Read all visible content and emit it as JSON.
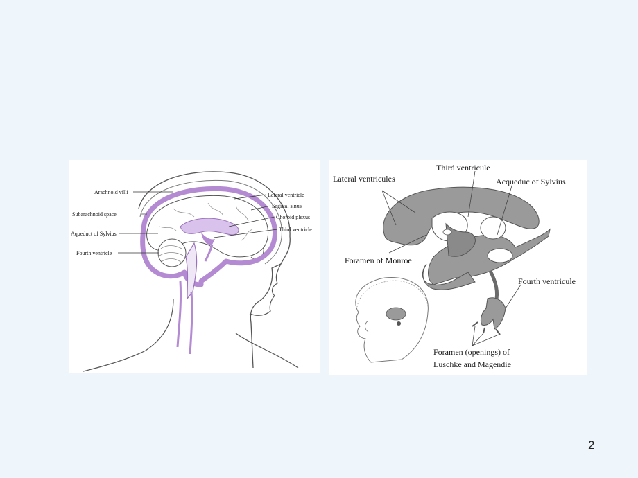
{
  "left_diagram": {
    "labels": {
      "arachnoid_villi": "Arachnoid villi",
      "subarachnoid_space": "Subarachnoid space",
      "aqueduct_of_sylvius": "Aqueduct of Sylvius",
      "fourth_ventricle": "Fourth ventricle",
      "lateral_ventricle": "Lateral ventricle",
      "sagittal_sinus": "Sagittal sinus",
      "choroid_plexus": "Choroid plexus",
      "third_ventricle": "Third ventricle"
    },
    "colors": {
      "csf": "#b48ad2",
      "csf_light": "#d9c3ec",
      "outline": "#3a3a3a"
    }
  },
  "right_diagram": {
    "labels": {
      "third_ventricule": "Third ventricule",
      "lateral_ventricules": "Lateral ventricules",
      "acqueduc_of_sylvius": "Acqueduc of Sylvius",
      "foramen_of_monroe": "Foramen of Monroe",
      "fourth_ventricule": "Fourth  ventricule",
      "foramen_openings_line1": "Foramen (openings) of",
      "foramen_openings_line2": "Luschke and Magendie"
    },
    "colors": {
      "ventricle_fill": "#9a9a9a",
      "ventricle_dark": "#7a7a7a"
    }
  },
  "page": {
    "number": "2",
    "background": "#eef6fc"
  }
}
